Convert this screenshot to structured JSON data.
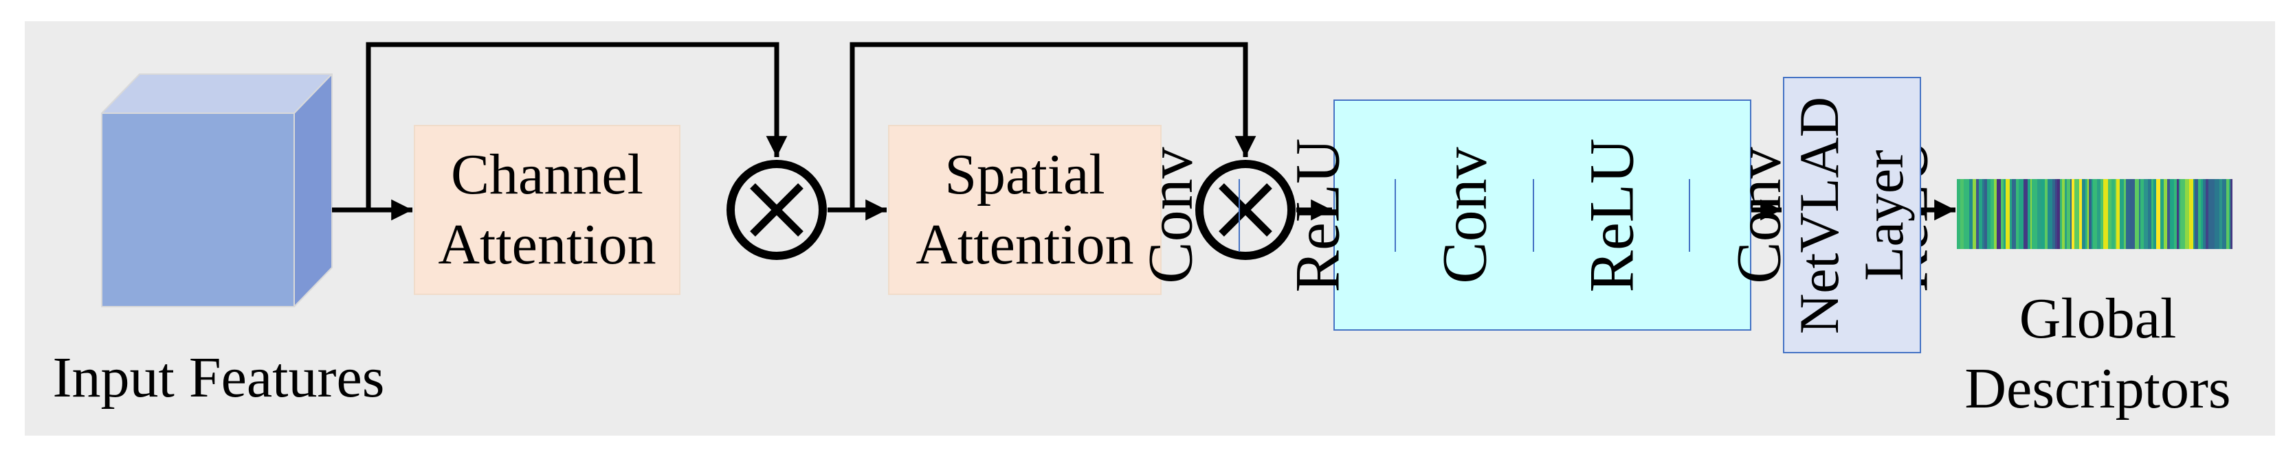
{
  "figure": {
    "type": "neural-network-pipeline-diagram"
  },
  "colors": {
    "page_bg": "#ffffff",
    "panel_bg": "#ececec",
    "line": "#000000",
    "text": "#000000",
    "cube_front": "#8faadc",
    "cube_top": "#c3cfec",
    "cube_side": "#7d97d5",
    "cube_edge": "#d9d9d9",
    "attention_fill": "#fbe5d6",
    "attention_border": "#f0dcca",
    "conv_fill": "#ccffff",
    "conv_border": "#4472c4",
    "netvlad_fill": "#dce3f4",
    "netvlad_border": "#4472c4"
  },
  "nodes": {
    "input_features": {
      "label": "Input Features"
    },
    "channel_attention": {
      "line1": "Channel",
      "line2": "Attention"
    },
    "multiply_1": {
      "symbol": "⊗"
    },
    "spatial_attention": {
      "line1": "Spatial",
      "line2": "Attention"
    },
    "multiply_2": {
      "symbol": "⊗"
    },
    "conv_stack": {
      "layers": [
        "Conv",
        "ReLU",
        "Conv",
        "ReLU",
        "Conv",
        "ReLU"
      ]
    },
    "netvlad": {
      "line1": "NetVLAD",
      "line2": "Layer"
    },
    "global_descriptors": {
      "line1": "Global",
      "line2": "Descriptors"
    }
  },
  "descriptor_bar": {
    "seed": 11,
    "stripe_min_width": 2,
    "stripe_max_width": 7,
    "palette": [
      "#21a585",
      "#21a585",
      "#2aa184",
      "#25a585",
      "#1f998a",
      "#2c938c",
      "#2a788e",
      "#2a788e",
      "#31688e",
      "#355f8d",
      "#23898e",
      "#35b779",
      "#35b779",
      "#38b977",
      "#4ec36b",
      "#5ec962",
      "#3f558c",
      "#414487",
      "#472f7d",
      "#443983",
      "#90d743",
      "#a8db34",
      "#fde725",
      "#e5e419"
    ]
  }
}
